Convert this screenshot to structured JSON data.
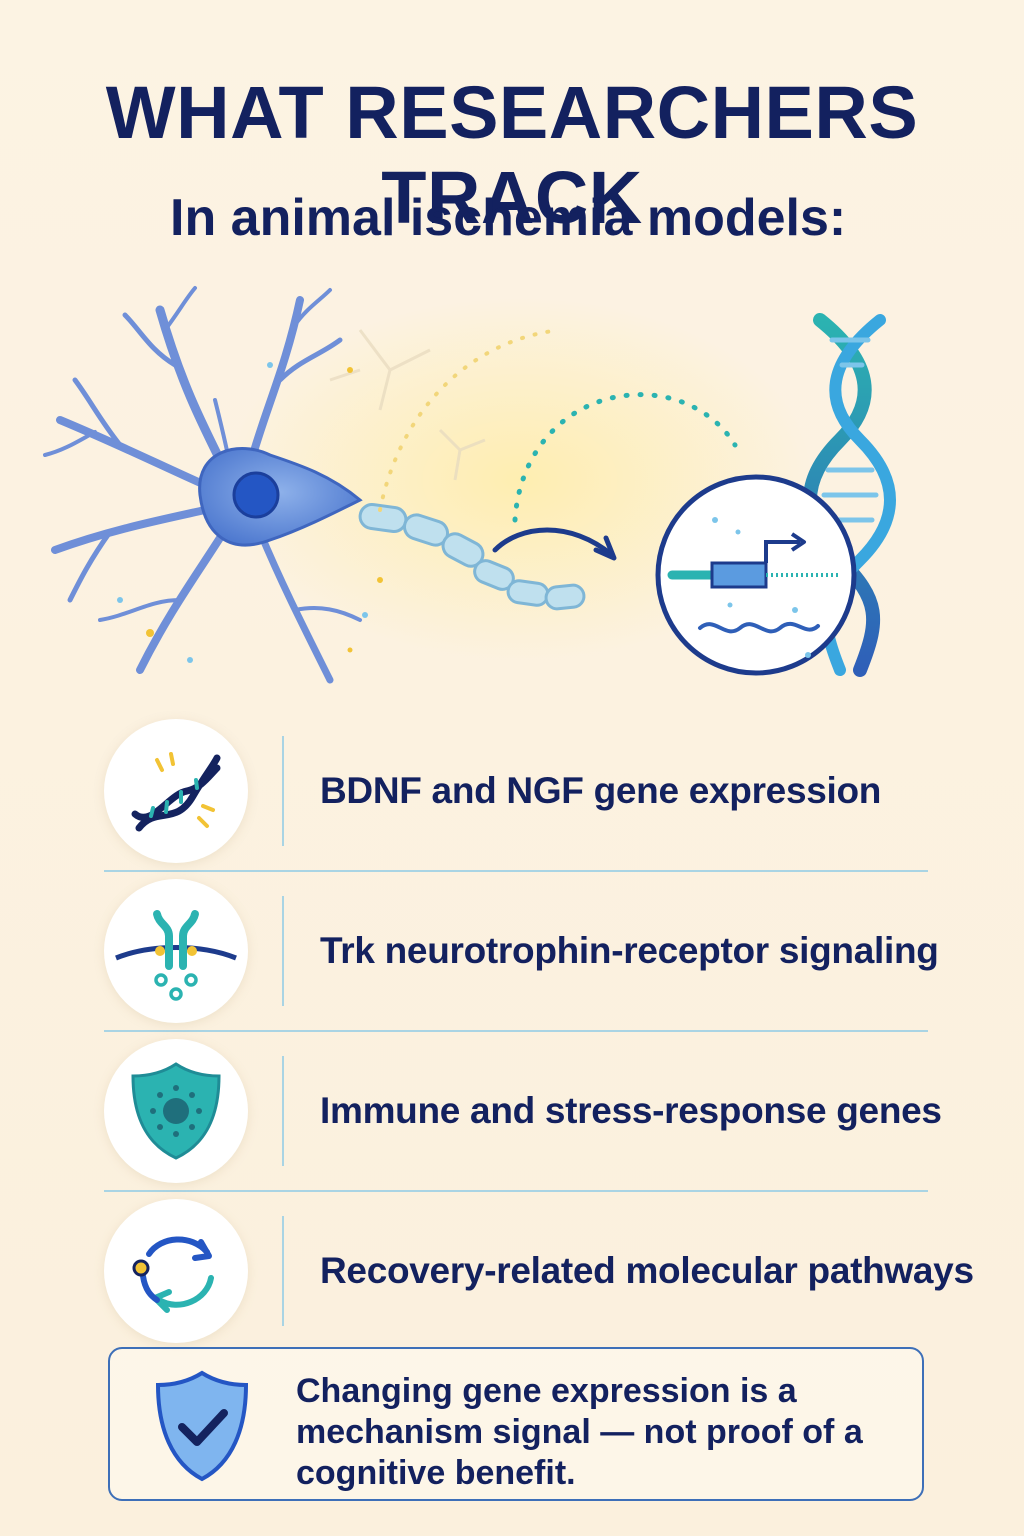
{
  "header": {
    "title": "WHAT RESEARCHERS TRACK",
    "subtitle": "In animal ischemia models:"
  },
  "items": [
    {
      "label": "BDNF and NGF gene expression",
      "icon": "dna-helix-icon"
    },
    {
      "label": "Trk neurotrophin-receptor signaling",
      "icon": "receptor-icon"
    },
    {
      "label": "Immune and stress-response genes",
      "icon": "shield-cell-icon"
    },
    {
      "label": "Recovery-related molecular pathways",
      "icon": "cycle-arrows-icon"
    }
  ],
  "note": {
    "text": "Changing gene expression is a mechanism signal — not proof of a cognitive benefit.",
    "icon": "shield-check-icon"
  },
  "colors": {
    "navy": "#13215f",
    "blue": "#3d6fb8",
    "teal": "#2bb3b1",
    "yellow": "#f2c335",
    "background": "#fbf1df"
  }
}
